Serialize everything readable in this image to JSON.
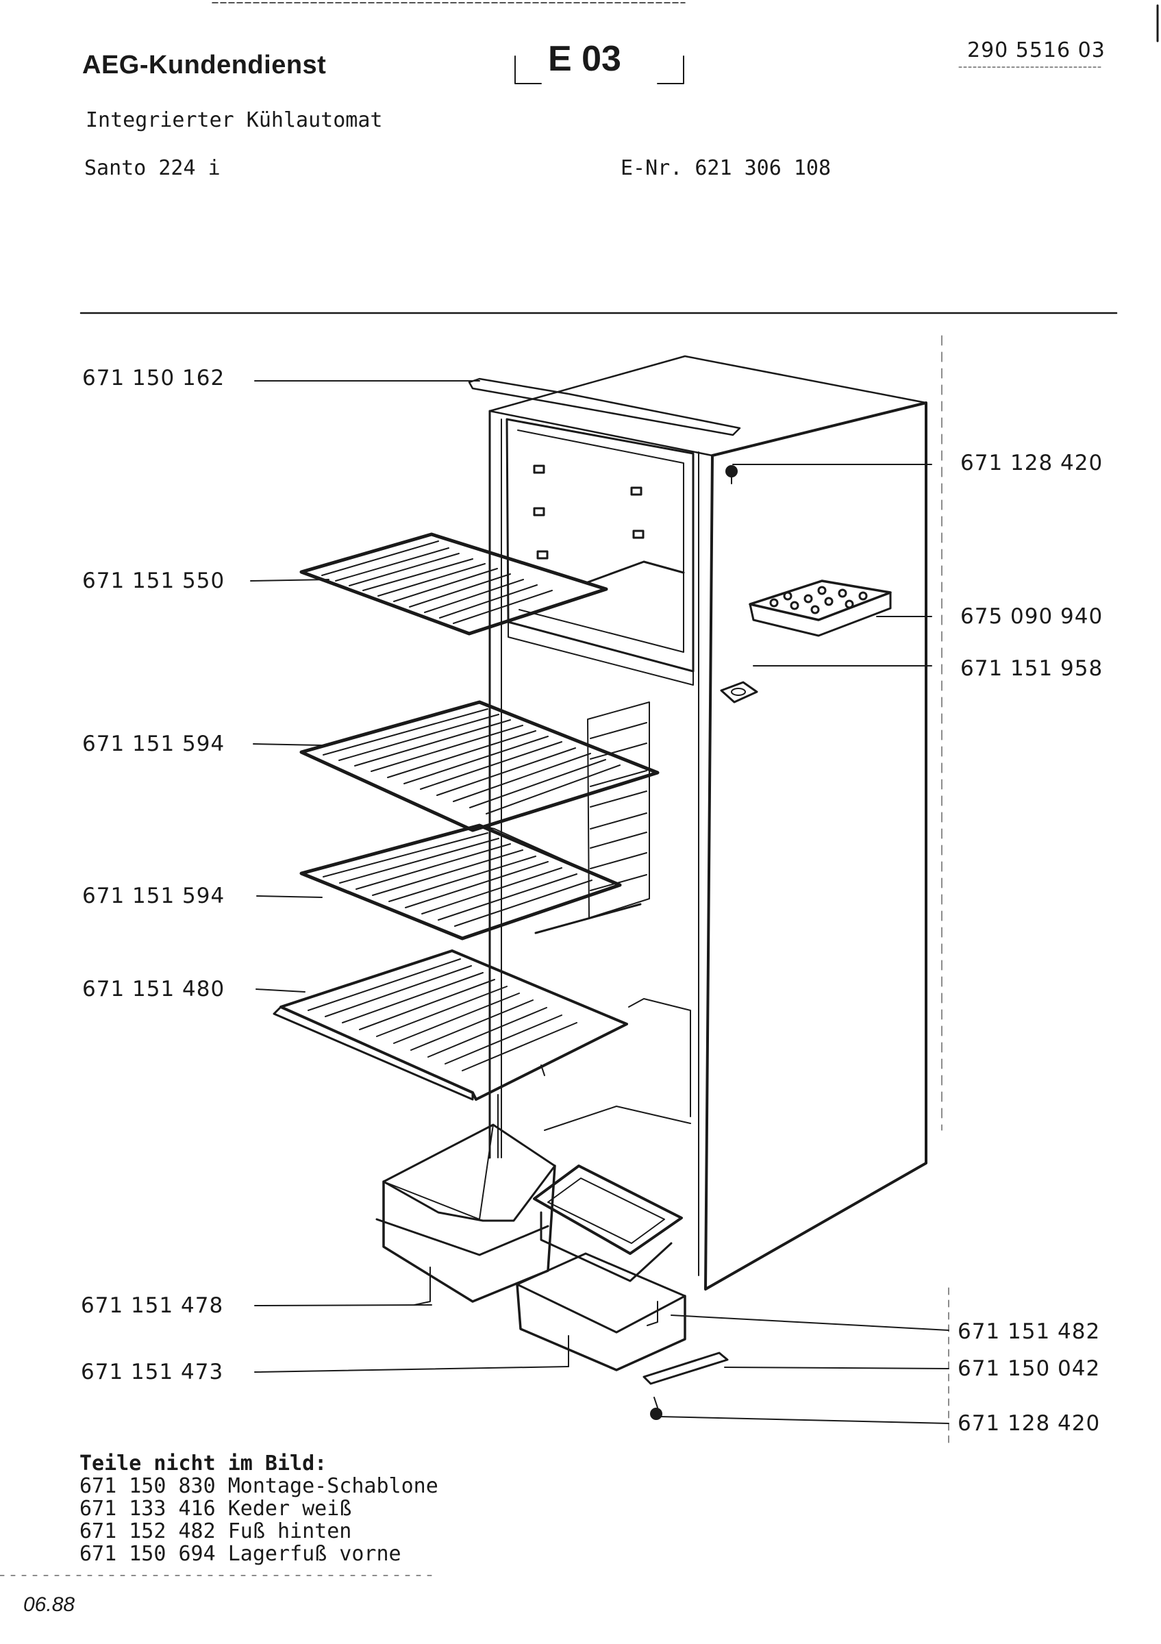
{
  "header": {
    "company": "AEG-Kundendienst",
    "section": "E 03",
    "doc_number": "290 5516 03",
    "appliance_type": "Integrierter Kühlautomat",
    "model": "Santo 224 i",
    "e_number": "E-Nr. 621 306 108"
  },
  "parts_left": [
    {
      "code": "671 150 162"
    },
    {
      "code": "671 151 550"
    },
    {
      "code": "671 151 594"
    },
    {
      "code": "671 151 594"
    },
    {
      "code": "671 151 480"
    },
    {
      "code": "671 151 478"
    },
    {
      "code": "671 151 473"
    }
  ],
  "parts_right": [
    {
      "code": "671 128 420"
    },
    {
      "code": "675 090 940"
    },
    {
      "code": "671 151 958"
    },
    {
      "code": "671 151 482"
    },
    {
      "code": "671 150 042"
    },
    {
      "code": "671 128 420"
    }
  ],
  "not_shown": {
    "title": "Teile nicht im Bild:",
    "items": [
      "671 150 830 Montage-Schablone",
      "671 133 416 Keder weiß",
      "671 152 482 Fuß hinten",
      "671 150 694 Lagerfuß vorne"
    ]
  },
  "footer": {
    "date": "06.88"
  },
  "colors": {
    "ink": "#1a1a1a",
    "paper": "#ffffff"
  }
}
